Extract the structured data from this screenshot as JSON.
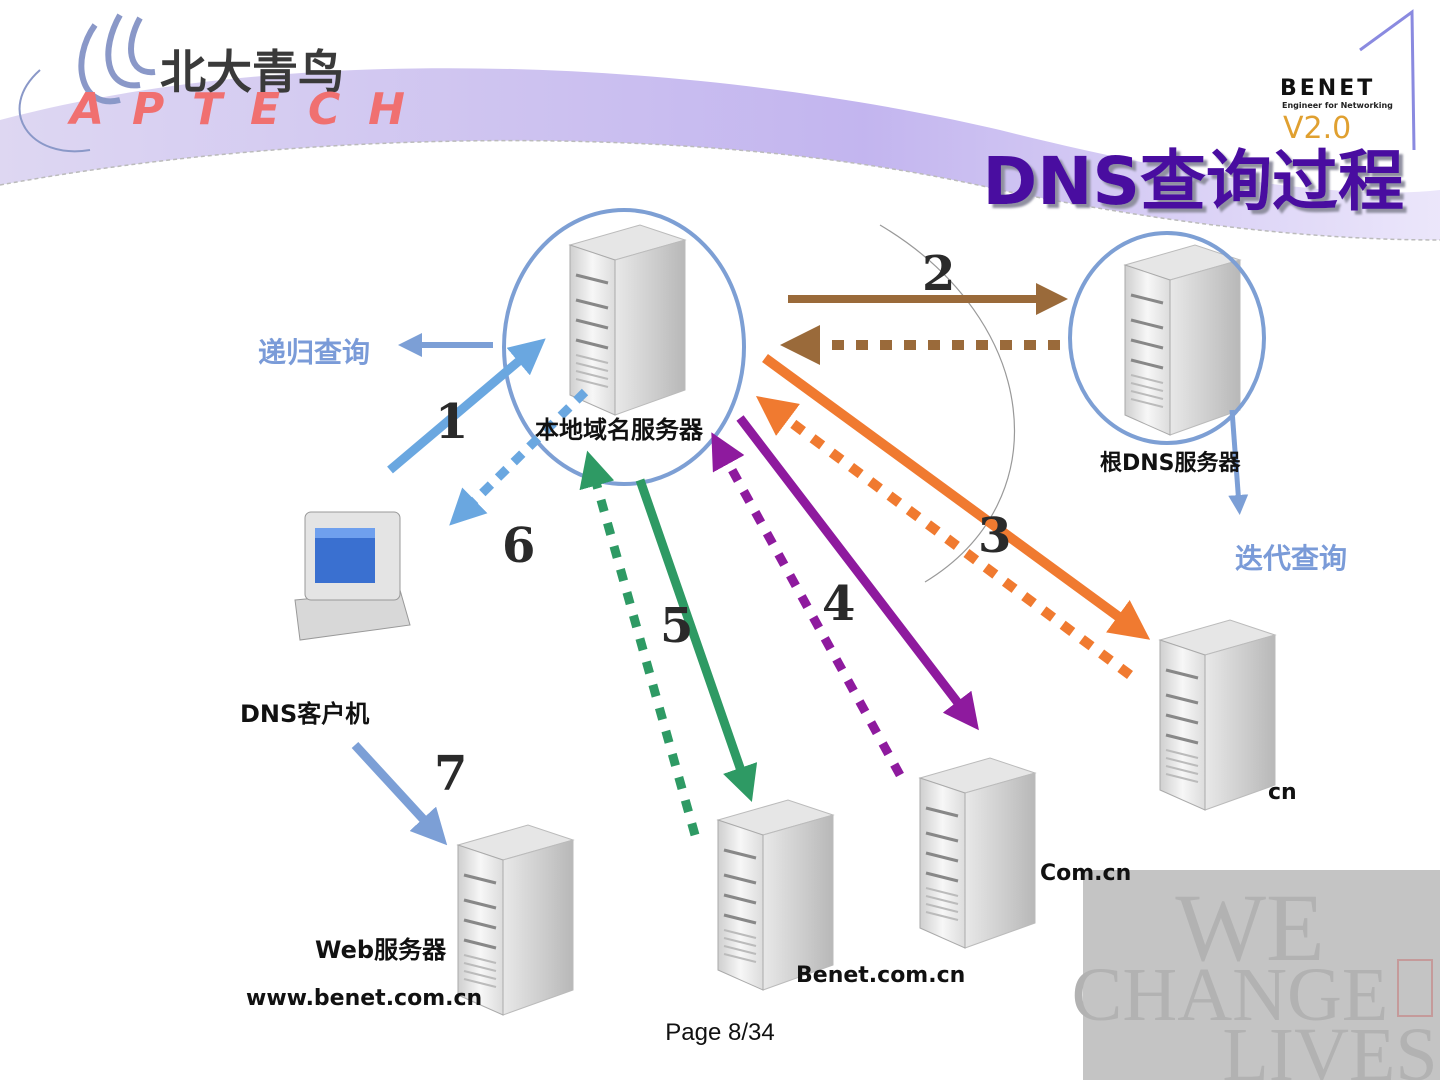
{
  "header": {
    "logo_cn": "北大青鸟",
    "logo_en": "APTECH",
    "brand": "BENET",
    "brand_tagline": "Engineer for Networking",
    "version": "V2.0",
    "title": "DNS查询过程"
  },
  "diagram": {
    "nodes": {
      "local_dns": "本地域名服务器",
      "root_dns": "根DNS服务器",
      "client": "DNS客户机",
      "web_server": "Web服务器",
      "web_host": "www.benet.com.cn",
      "benet": "Benet.com.cn",
      "com_cn": "Com.cn",
      "cn": "cn"
    },
    "annotations": {
      "recursive": "递归查询",
      "iterative": "迭代查询"
    },
    "steps": [
      "1",
      "2",
      "3",
      "4",
      "5",
      "6",
      "7"
    ],
    "colors": {
      "step1_6_7": "#6aa7e0",
      "step2": "#9a6a3a",
      "step3": "#f07a30",
      "step4": "#8e1a9e",
      "step5": "#2e9a64",
      "circle": "#7d9fd4"
    }
  },
  "footer": {
    "page": "Page 8/34"
  },
  "watermark": {
    "line1": "WE",
    "line2": "CHANGE",
    "line3": "LIVES"
  }
}
